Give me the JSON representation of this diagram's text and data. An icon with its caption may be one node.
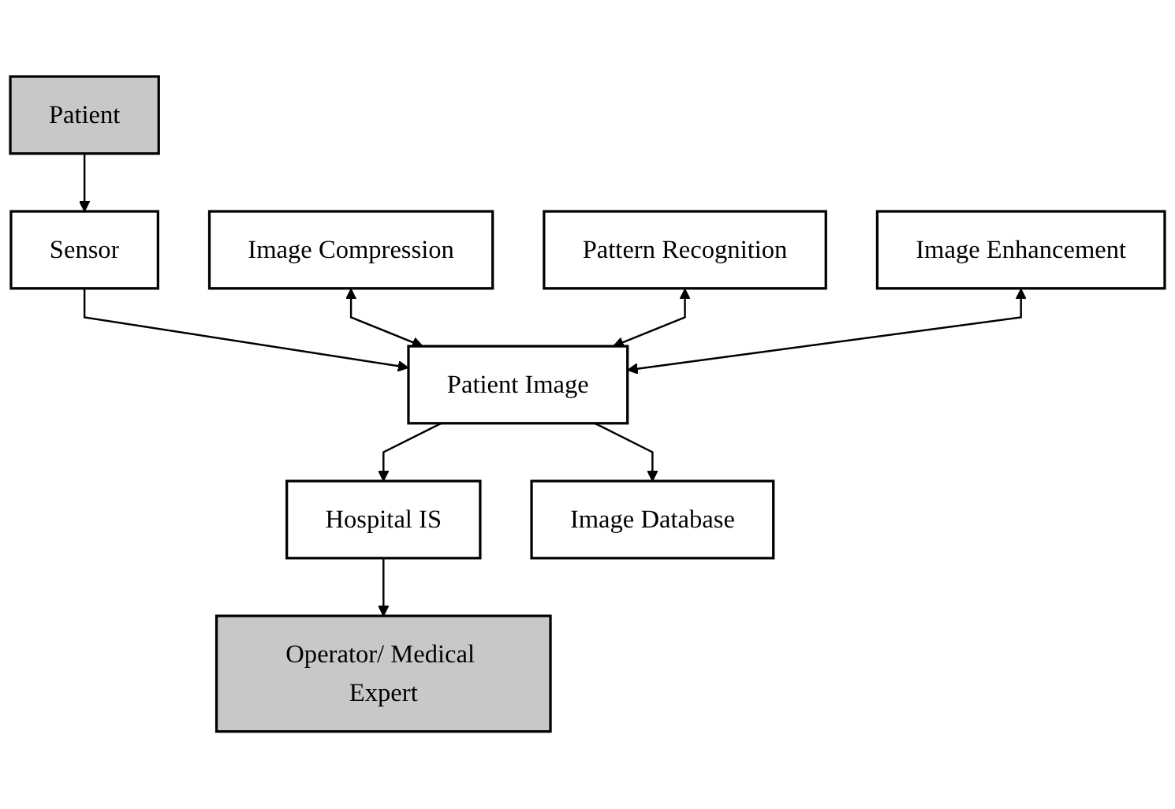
{
  "diagram": {
    "nodes": [
      {
        "text": [
          "Patient"
        ]
      },
      {
        "text": [
          "Image Compression"
        ]
      },
      {
        "text": [
          "Sensor"
        ]
      },
      {
        "text": [
          "Operator/ Medical Expert"
        ]
      },
      {
        "text": [
          "Pattern Recognition"
        ]
      },
      {
        "text": [
          "Patient Image"
        ]
      },
      {
        "text": [
          "Hospital IS"
        ]
      },
      {
        "text": [
          "Image Enhancement"
        ]
      },
      {
        "text": [
          "Image Database"
        ]
      }
    ],
    "edges": [
      {
        "from": 0,
        "to": 2,
        "arrow": "to"
      },
      {
        "from": 2,
        "to": 5,
        "arrow": "to"
      },
      {
        "from": 1,
        "to": 5,
        "arrow": "both"
      },
      {
        "from": 4,
        "to": 5,
        "arrow": "both"
      },
      {
        "from": 7,
        "to": 5,
        "arrow": "both"
      },
      {
        "from": 5,
        "to": 8,
        "arrow": "to"
      },
      {
        "from": 5,
        "to": 6,
        "arrow": "to"
      },
      {
        "from": 6,
        "to": 3,
        "arrow": "to"
      }
    ]
  }
}
